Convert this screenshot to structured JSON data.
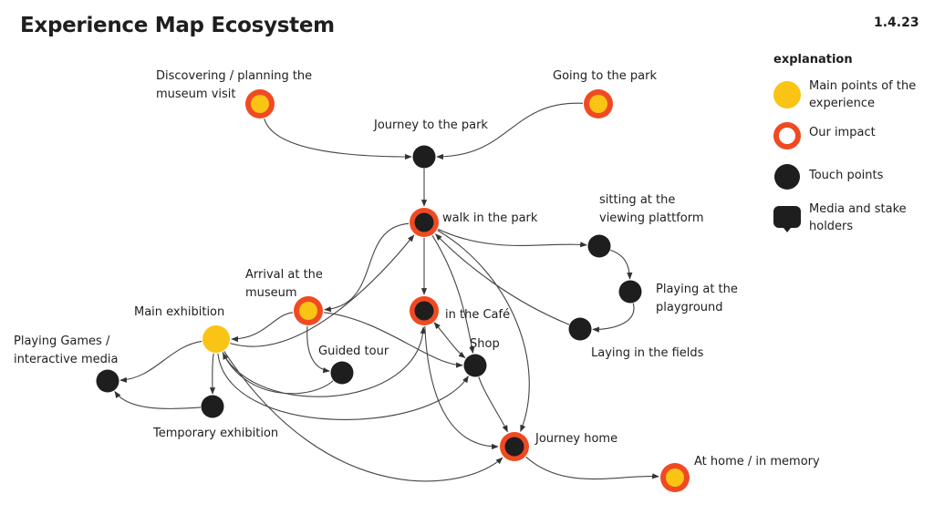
{
  "header": {
    "title": "Experience Map Ecosystem",
    "date": "1.4.23"
  },
  "legend": {
    "title": "explanation",
    "items": [
      {
        "type": "main",
        "label": "Main points of the experience"
      },
      {
        "type": "impact",
        "label": "Our impact"
      },
      {
        "type": "touch",
        "label": "Touch points"
      },
      {
        "type": "media",
        "label": "Media and stake holders"
      }
    ]
  },
  "colors": {
    "main": "#f9c414",
    "impact": "#f04a23",
    "touch": "#1e1e1e",
    "edge": "#444444"
  },
  "nodes": [
    {
      "id": "discovering",
      "label": [
        "Discovering / planning the",
        "museum visit"
      ],
      "kind": "impact-main"
    },
    {
      "id": "going_park",
      "label": [
        "Going to the park"
      ],
      "kind": "impact-main"
    },
    {
      "id": "journey_park",
      "label": [
        "Journey to the park"
      ],
      "kind": "touch"
    },
    {
      "id": "walk_park",
      "label": [
        "walk in the park"
      ],
      "kind": "impact-touch"
    },
    {
      "id": "viewing",
      "label": [
        "sitting at the",
        "viewing plattform"
      ],
      "kind": "touch"
    },
    {
      "id": "playground",
      "label": [
        "Playing at the",
        "playground"
      ],
      "kind": "touch"
    },
    {
      "id": "fields",
      "label": [
        "Laying in the fields"
      ],
      "kind": "touch"
    },
    {
      "id": "arrival",
      "label": [
        "Arrival at the",
        "museum"
      ],
      "kind": "impact-main"
    },
    {
      "id": "cafe",
      "label": [
        "in the Café"
      ],
      "kind": "impact-touch"
    },
    {
      "id": "main_exhibition",
      "label": [
        "Main exhibition"
      ],
      "kind": "main"
    },
    {
      "id": "guided_tour",
      "label": [
        "Guided tour"
      ],
      "kind": "touch"
    },
    {
      "id": "shop",
      "label": [
        "Shop"
      ],
      "kind": "touch"
    },
    {
      "id": "games",
      "label": [
        "Playing Games /",
        "interactive media"
      ],
      "kind": "touch"
    },
    {
      "id": "temporary",
      "label": [
        "Temporary exhibition"
      ],
      "kind": "touch"
    },
    {
      "id": "journey_home",
      "label": [
        "Journey home"
      ],
      "kind": "impact-touch"
    },
    {
      "id": "at_home",
      "label": [
        "At home / in memory"
      ],
      "kind": "impact-main"
    }
  ],
  "edges": [
    {
      "from": "discovering",
      "to": "journey_park"
    },
    {
      "from": "going_park",
      "to": "journey_park"
    },
    {
      "from": "journey_park",
      "to": "walk_park"
    },
    {
      "from": "walk_park",
      "to": "viewing"
    },
    {
      "from": "viewing",
      "to": "playground"
    },
    {
      "from": "playground",
      "to": "fields"
    },
    {
      "from": "fields",
      "to": "walk_park"
    },
    {
      "from": "walk_park",
      "to": "arrival"
    },
    {
      "from": "walk_park",
      "to": "cafe"
    },
    {
      "from": "walk_park",
      "to": "shop"
    },
    {
      "from": "walk_park",
      "to": "journey_home"
    },
    {
      "from": "main_exhibition",
      "to": "walk_park"
    },
    {
      "from": "arrival",
      "to": "main_exhibition"
    },
    {
      "from": "arrival",
      "to": "guided_tour"
    },
    {
      "from": "arrival",
      "to": "shop"
    },
    {
      "from": "main_exhibition",
      "to": "games"
    },
    {
      "from": "main_exhibition",
      "to": "temporary"
    },
    {
      "from": "temporary",
      "to": "games"
    },
    {
      "from": "guided_tour",
      "to": "main_exhibition"
    },
    {
      "from": "main_exhibition",
      "to": "cafe"
    },
    {
      "from": "main_exhibition",
      "to": "shop"
    },
    {
      "from": "main_exhibition",
      "to": "journey_home"
    },
    {
      "from": "cafe",
      "to": "shop",
      "bidirectional": true
    },
    {
      "from": "cafe",
      "to": "journey_home"
    },
    {
      "from": "shop",
      "to": "journey_home"
    },
    {
      "from": "journey_home",
      "to": "at_home"
    }
  ]
}
